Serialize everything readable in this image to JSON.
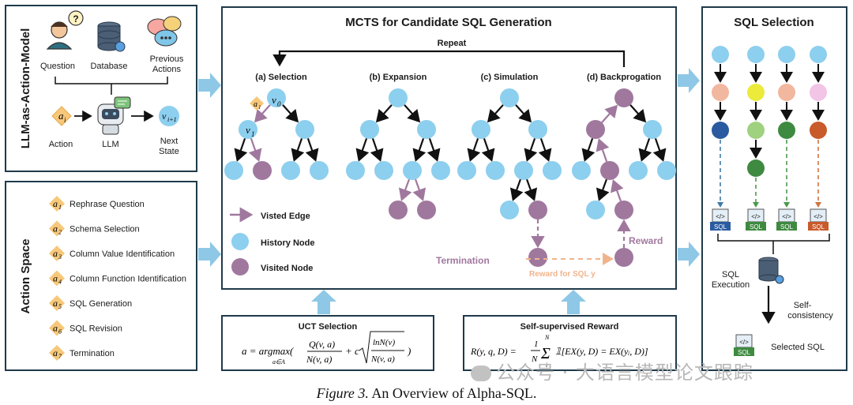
{
  "left_top": {
    "side_title": "LLM-as-Action-Model",
    "question": "Question",
    "database": "Database",
    "previous_1": "Previous",
    "previous_2": "Actions",
    "action": "Action",
    "llm": "LLM",
    "next_1": "Next",
    "next_2": "State",
    "a_sym": "a",
    "a_sub": "i",
    "v_sym": "v",
    "v_sub": "i+1"
  },
  "action_space": {
    "side_title": "Action Space",
    "items": [
      {
        "sub": "1",
        "label": "Rephrase Question"
      },
      {
        "sub": "2",
        "label": "Schema Selection"
      },
      {
        "sub": "3",
        "label": "Column Value Identification"
      },
      {
        "sub": "4",
        "label": "Column Function Identification"
      },
      {
        "sub": "5",
        "label": "SQL Generation"
      },
      {
        "sub": "6",
        "label": "SQL Revision"
      },
      {
        "sub": "7",
        "label": "Termination"
      }
    ]
  },
  "mcts": {
    "title": "MCTS for Candidate SQL Generation",
    "repeat": "Repeat",
    "stages": [
      "(a) Selection",
      "(b) Expansion",
      "(c) Simulation",
      "(d) Backprogation"
    ],
    "legend": [
      "Visted Edge",
      "History Node",
      "Visited Node"
    ],
    "termination": "Termination",
    "reward": "Reward",
    "reward_for_sql": "Reward for SQL y",
    "v0": "v",
    "v0_sub": "0",
    "v1": "v",
    "v1_sub": "1",
    "a1": "a",
    "a1_sub": "1"
  },
  "uct": {
    "title": "UCT  Selection",
    "formula": "a = argmax( Q(v,a)/N(v,a) + c √( lnN(v) / N(v,a) ) )",
    "under": "a∈A"
  },
  "reward_box": {
    "title": "Self-supervised Reward",
    "formula": "R(y,q,D) = (1/N) Σ 𝟙[EX(y,D) = EX(yᵢ,D)]"
  },
  "sql_selection": {
    "title": "SQL Selection",
    "sql": "SQL",
    "execution_1": "SQL",
    "execution_2": "Execution",
    "self_1": "Self-",
    "self_2": "consistency",
    "selected": "Selected SQL"
  },
  "colors": {
    "history": "#8dcfee",
    "visited": "#a0789e",
    "edge": "#a0789e",
    "dashed": "#f0b48c",
    "arrow": "#8ec8e6",
    "action": "#f7c87a"
  },
  "caption": {
    "prefix": "Figure 3.",
    "text": " An Overview of Alpha-SQL."
  },
  "watermark": "公众号 · 大语言模型论文跟踪"
}
